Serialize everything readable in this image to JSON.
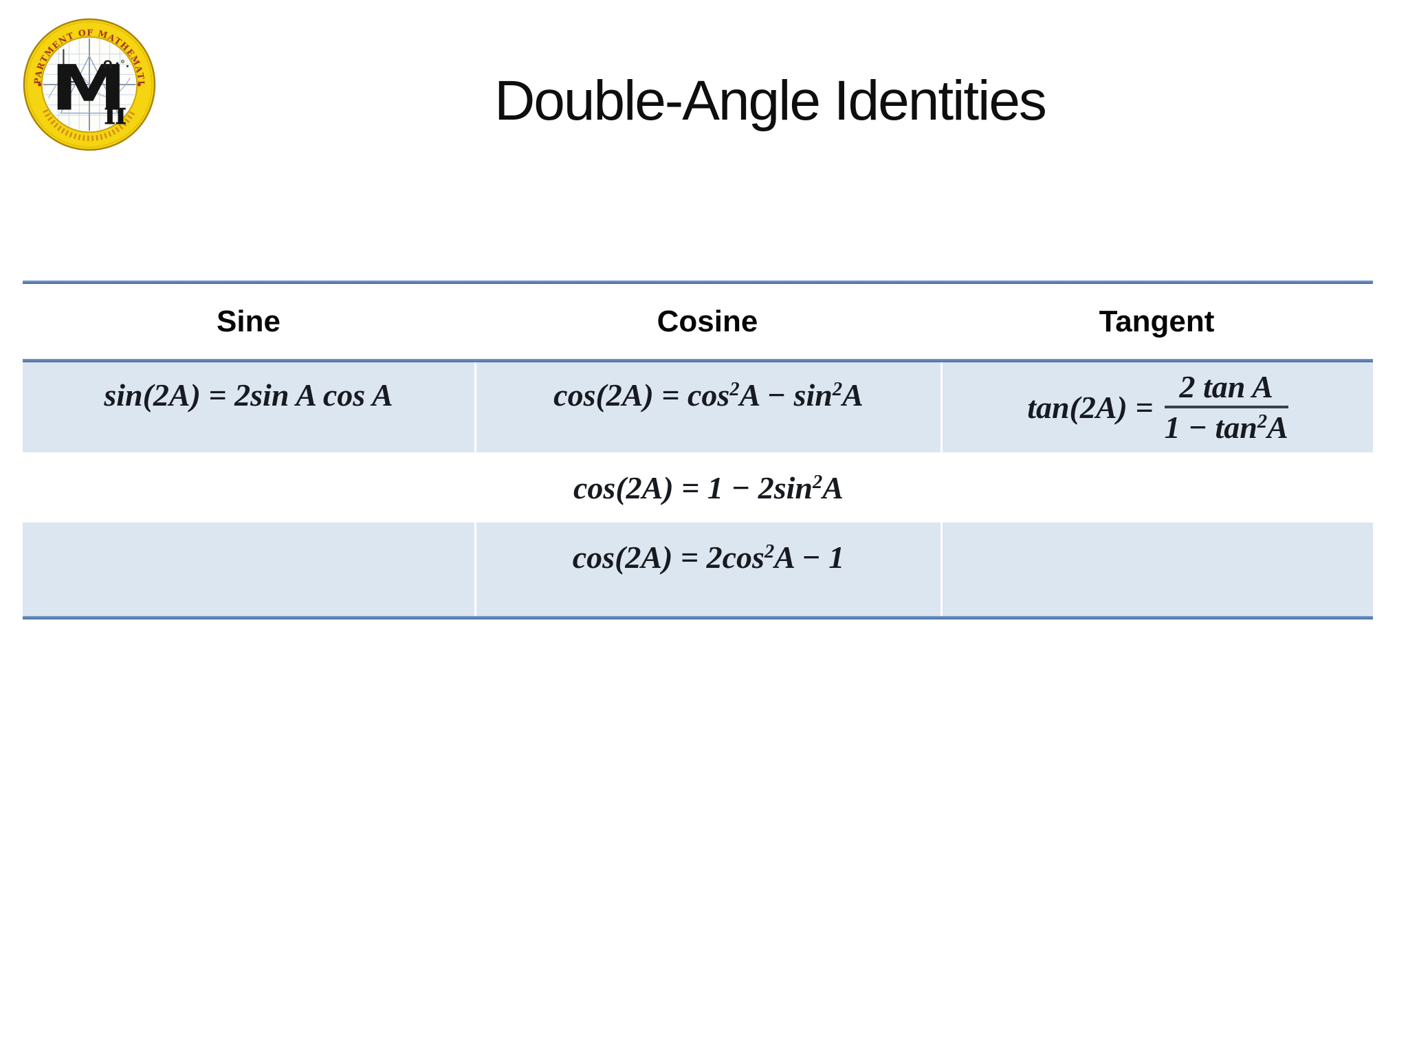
{
  "slide": {
    "title": "Double-Angle Identities"
  },
  "logo": {
    "ring_text": "DEPARTMENT OF MATHEMATICS",
    "emblem_letter": "M",
    "emblem_pi": "π",
    "emblem_omega": "Ω",
    "colors": {
      "ring_yellow": "#F5D411",
      "ring_edge": "#A8850A",
      "ring_text_red": "#A23522",
      "emblem_black": "#141414"
    }
  },
  "table": {
    "headers": [
      "Sine",
      "Cosine",
      "Tangent"
    ],
    "accent_border_color": "#4E7BB4",
    "band_fill_color": "#DCE6F1",
    "formulas": {
      "sin_double": {
        "text": "sin(2A) = 2sin A cos A"
      },
      "cos_double_1": {
        "p1": "cos(2A) = cos",
        "s1": "2",
        "p2": "A − sin",
        "s2": "2",
        "p3": "A"
      },
      "cos_double_2": {
        "p1": "cos(2A) = 1 − 2sin",
        "s1": "2",
        "p2": "A"
      },
      "cos_double_3": {
        "p1": "cos(2A) = 2cos",
        "s1": "2",
        "p2": "A − 1"
      },
      "tan_double": {
        "prefix": "tan(2A) =",
        "numerator": "2 tan A",
        "den_p1": "1 − tan",
        "den_s1": "2",
        "den_p2": "A"
      }
    }
  }
}
